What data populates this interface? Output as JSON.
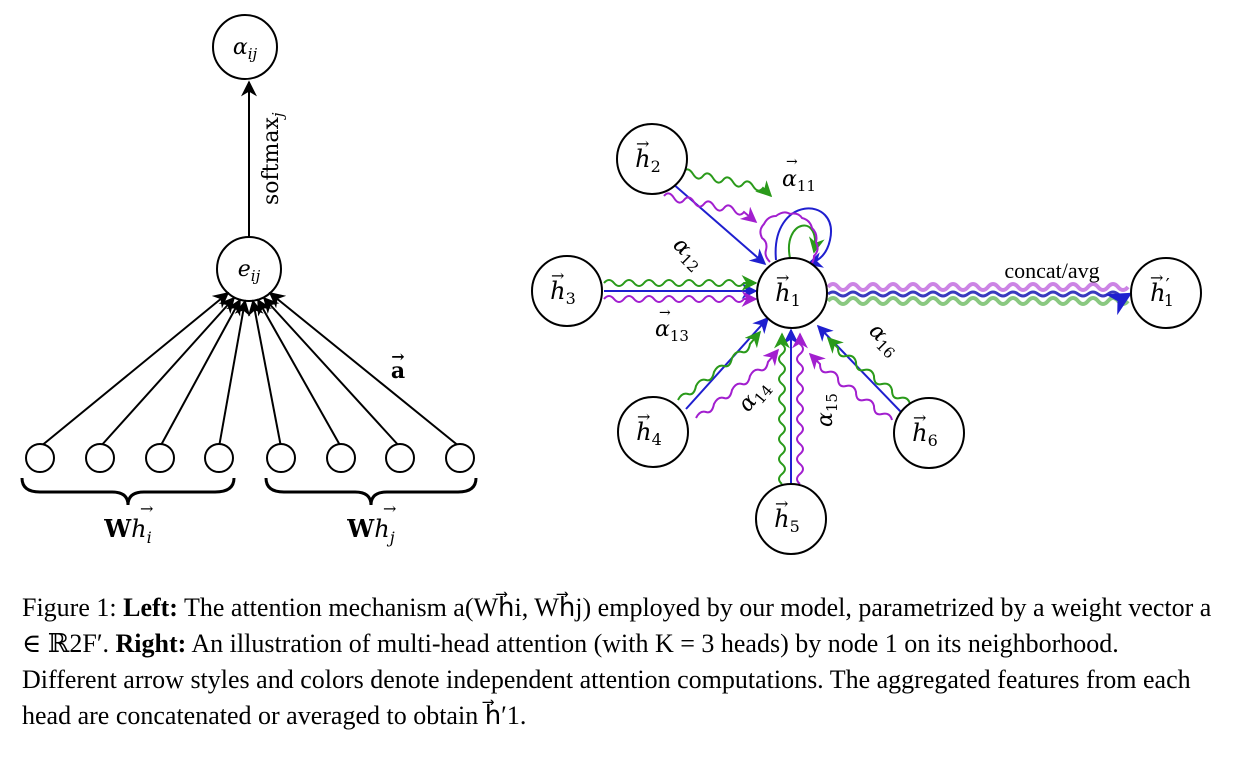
{
  "left_diagram": {
    "output_node": "αij",
    "softmax_label": "softmaxj",
    "score_node": "eij",
    "weight_label": "a",
    "group_left_label": "Whi",
    "group_right_label": "Whj"
  },
  "right_diagram": {
    "center_node": "h1",
    "neighbors": [
      "h2",
      "h3",
      "h4",
      "h5",
      "h6"
    ],
    "output_node": "h′1",
    "aggregation_label": "concat/avg",
    "attention_labels": [
      "α11",
      "α12",
      "α13",
      "α14",
      "α15",
      "α16"
    ],
    "head_colors": [
      "#1f1fcf",
      "#2a9a1a",
      "#a21fcf"
    ]
  },
  "caption": {
    "figure_label": "Figure 1:",
    "left_label": "Left:",
    "text_1": "The attention mechanism a(Wh⃗i, Wh⃗j) employed by our model, parametrized by a weight vector a ∈ ℝ2F′.",
    "right_label": "Right:",
    "text_2": "An illustration of multi-head attention (with K = 3 heads) by node 1 on its neighborhood. Different arrow styles and colors denote independent attention computations. The aggregated features from each head are concatenated or averaged to obtain h⃗′1."
  }
}
